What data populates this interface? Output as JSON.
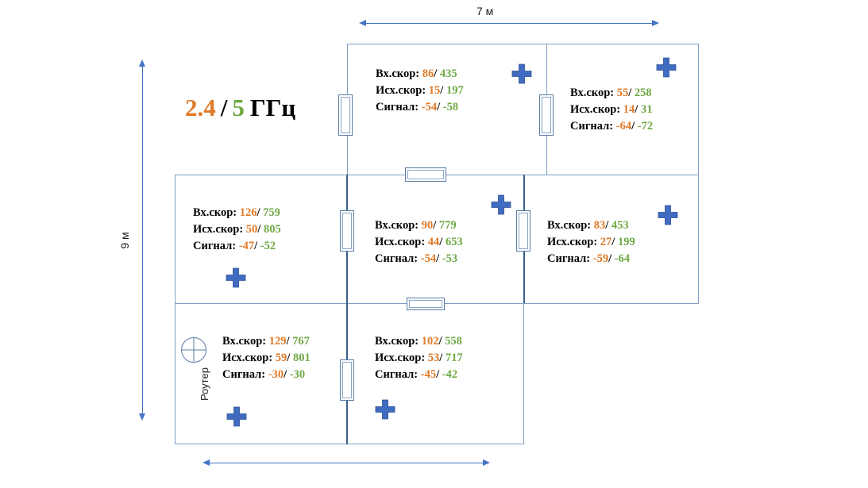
{
  "title": {
    "band_24": "2.4",
    "separator": "/",
    "band_5": "5",
    "unit": "ГГц"
  },
  "dimensions": {
    "width_label": "7 м",
    "height_label": "9 м"
  },
  "legend": {
    "router_label": "Роутер",
    "download_label": "Вх.скор",
    "upload_label": "Исх.скор",
    "signal_label": "Сигнал",
    "value_separator": "/",
    "colon": ":"
  },
  "colors": {
    "band_24": "#e07a28",
    "band_5": "#6fa945",
    "marker": "#4472c4",
    "wall": "#7f9fc4",
    "wall_thick": "#3c5f8a"
  },
  "measurements": [
    {
      "id": "room-top-left",
      "download_24": "86",
      "download_5": "435",
      "upload_24": "15",
      "upload_5": "197",
      "signal_24": "-54",
      "signal_5": "-58"
    },
    {
      "id": "room-top-right",
      "download_24": "55",
      "download_5": "258",
      "upload_24": "14",
      "upload_5": "31",
      "signal_24": "-64",
      "signal_5": "-72"
    },
    {
      "id": "room-middle-left",
      "download_24": "126",
      "download_5": "759",
      "upload_24": "50",
      "upload_5": "805",
      "signal_24": "-47",
      "signal_5": "-52"
    },
    {
      "id": "room-middle-center",
      "download_24": "90",
      "download_5": "779",
      "upload_24": "44",
      "upload_5": "653",
      "signal_24": "-54",
      "signal_5": "-53"
    },
    {
      "id": "room-middle-right",
      "download_24": "83",
      "download_5": "453",
      "upload_24": "27",
      "upload_5": "199",
      "signal_24": "-59",
      "signal_5": "-64"
    },
    {
      "id": "room-bottom-left",
      "download_24": "129",
      "download_5": "767",
      "upload_24": "59",
      "upload_5": "801",
      "signal_24": "-30",
      "signal_5": "-30"
    },
    {
      "id": "room-bottom-center",
      "download_24": "102",
      "download_5": "558",
      "upload_24": "53",
      "upload_5": "717",
      "signal_24": "-45",
      "signal_5": "-42"
    }
  ]
}
